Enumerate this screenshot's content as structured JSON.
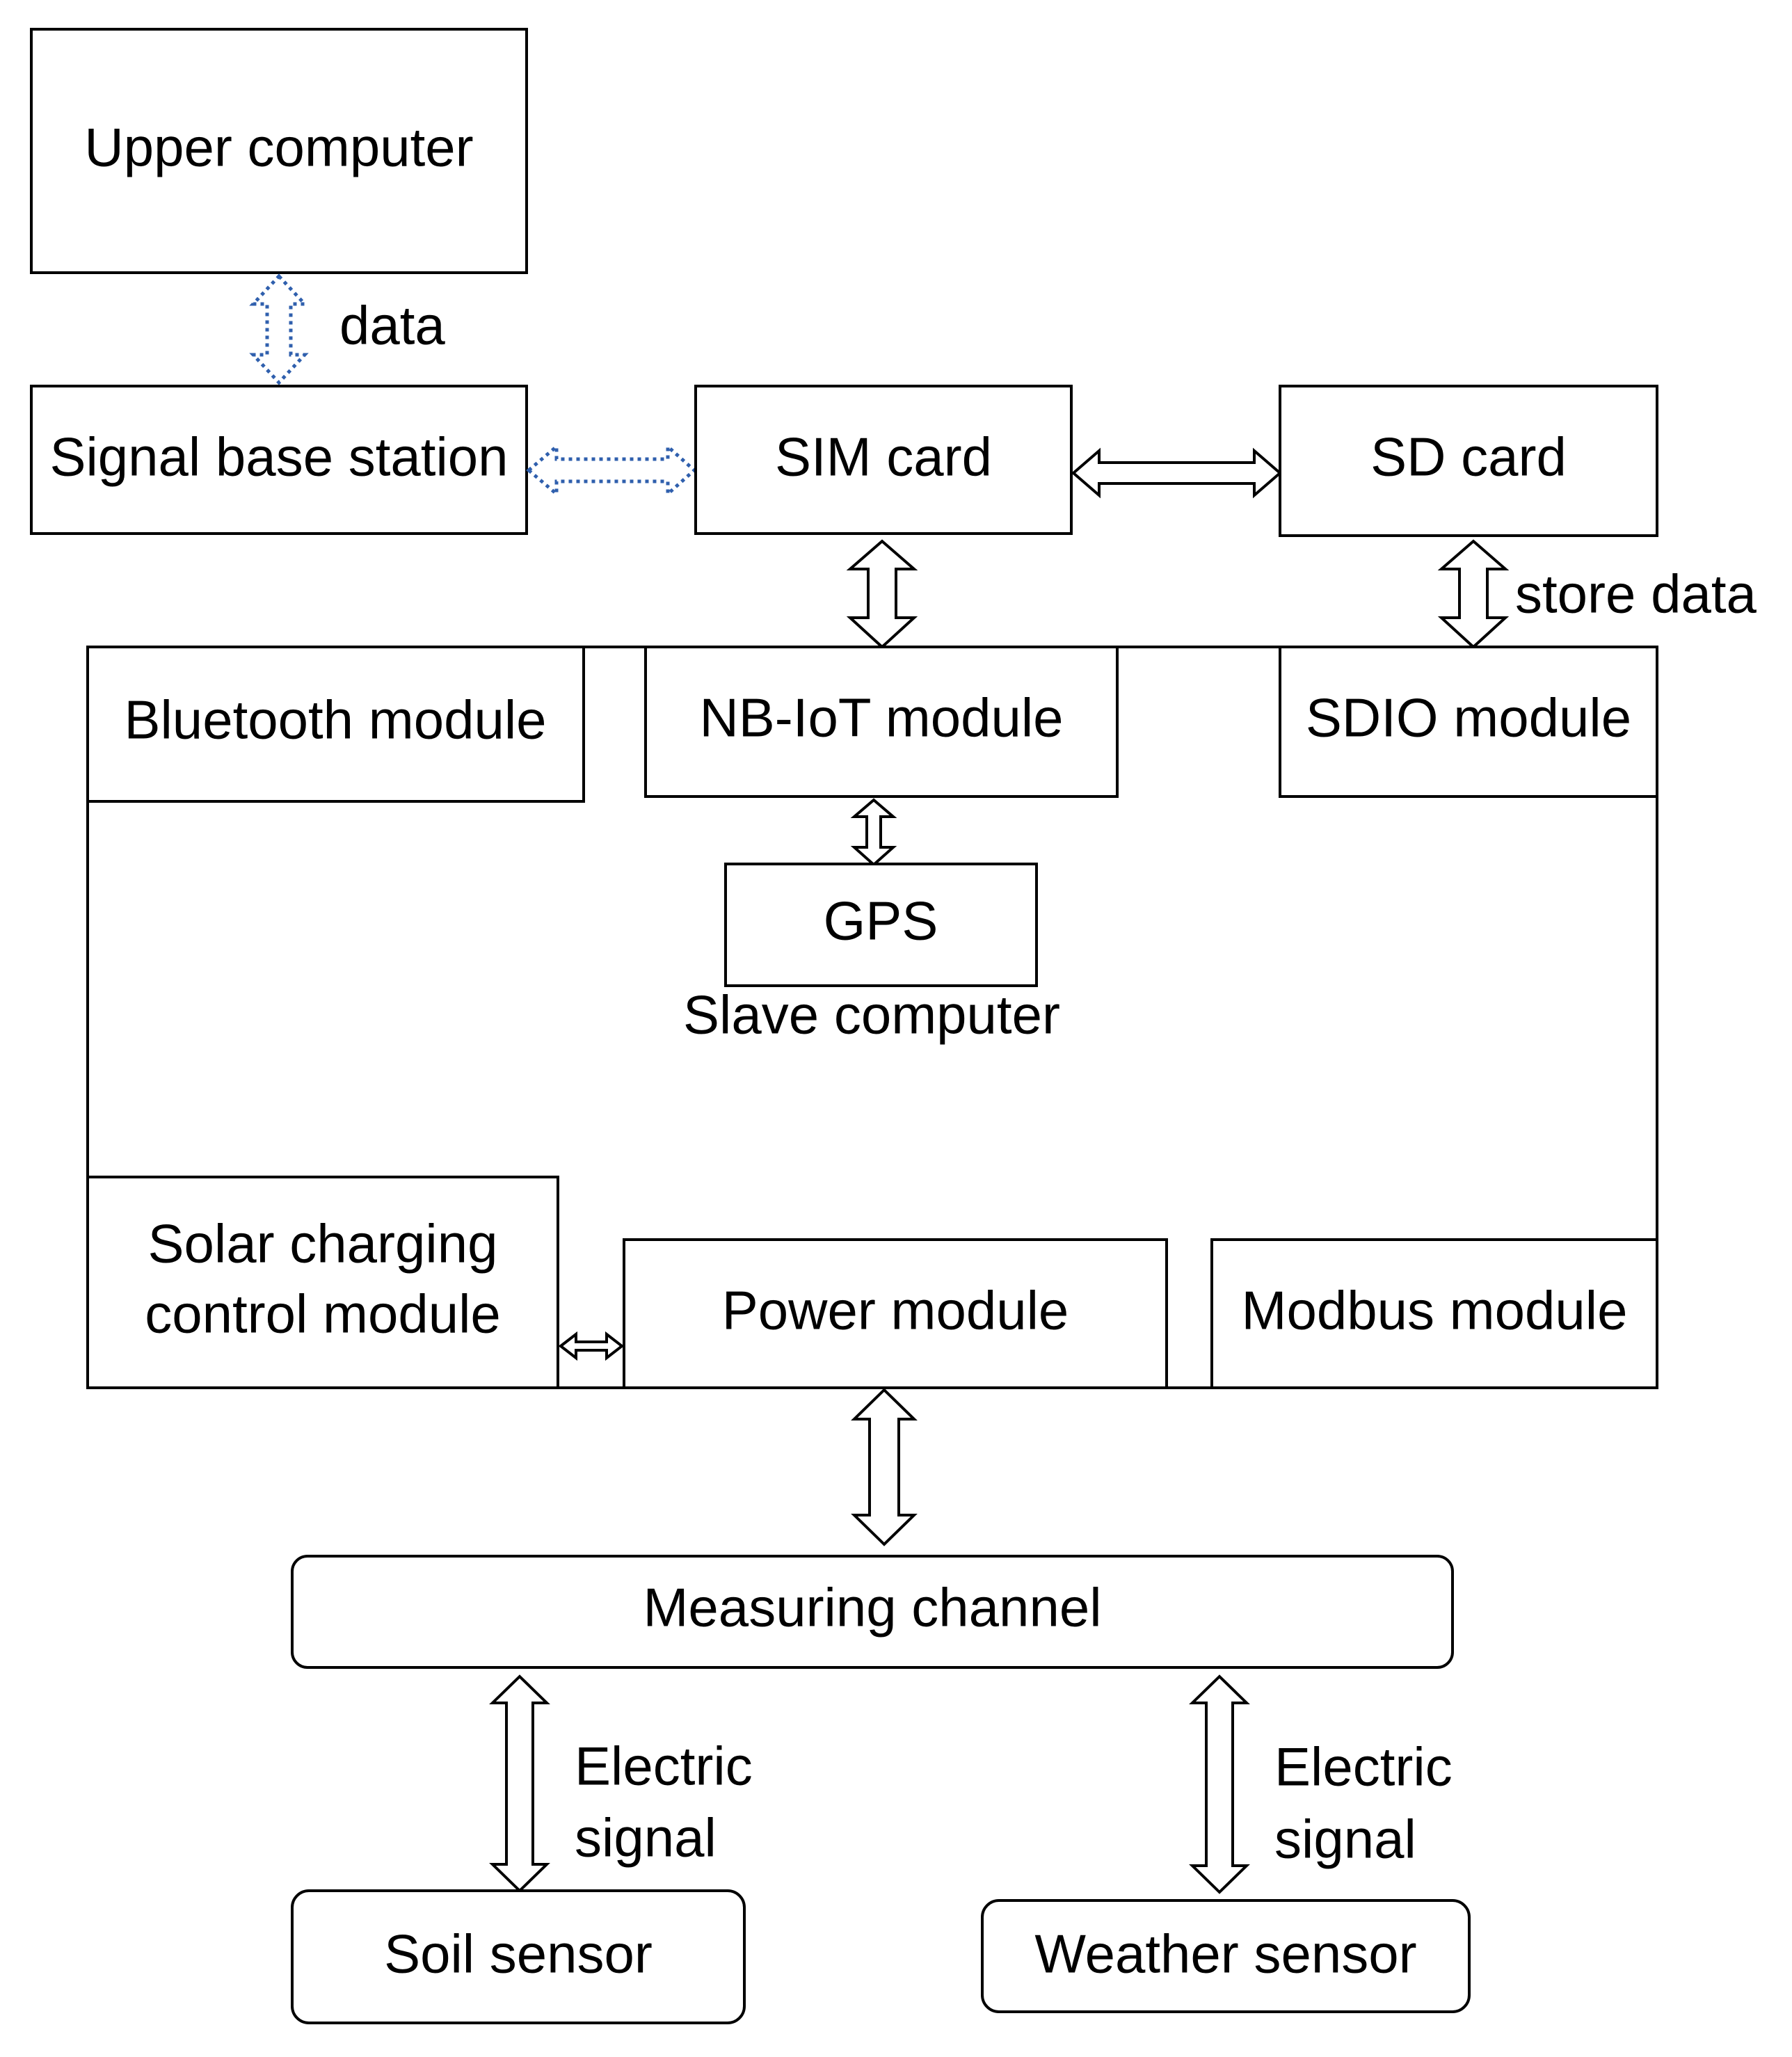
{
  "nodes": {
    "upper_computer": "Upper computer",
    "signal_base_station": "Signal base station",
    "sim_card": "SIM card",
    "sd_card": "SD card",
    "bluetooth_module": "Bluetooth module",
    "nbiot_module": "NB-IoT module",
    "sdio_module": "SDIO module",
    "gps": "GPS",
    "slave_computer": "Slave computer",
    "solar_line1": "Solar charging",
    "solar_line2": "control module",
    "power_module": "Power module",
    "modbus_module": "Modbus module",
    "measuring_channel": "Measuring channel",
    "soil_sensor": "Soil sensor",
    "weather_sensor": "Weather sensor"
  },
  "edge_labels": {
    "data": "data",
    "store_data": "store data",
    "electric_1": "Electric",
    "signal_1": "signal",
    "electric_2": "Electric",
    "signal_2": "signal"
  },
  "colors": {
    "stroke": "#000000",
    "wireless_arrow": "#2f5fad",
    "background": "#ffffff"
  },
  "icons": {
    "double_arrow": "double-headed-hollow-arrow",
    "wireless_arrow": "dotted-double-headed-arrow"
  }
}
